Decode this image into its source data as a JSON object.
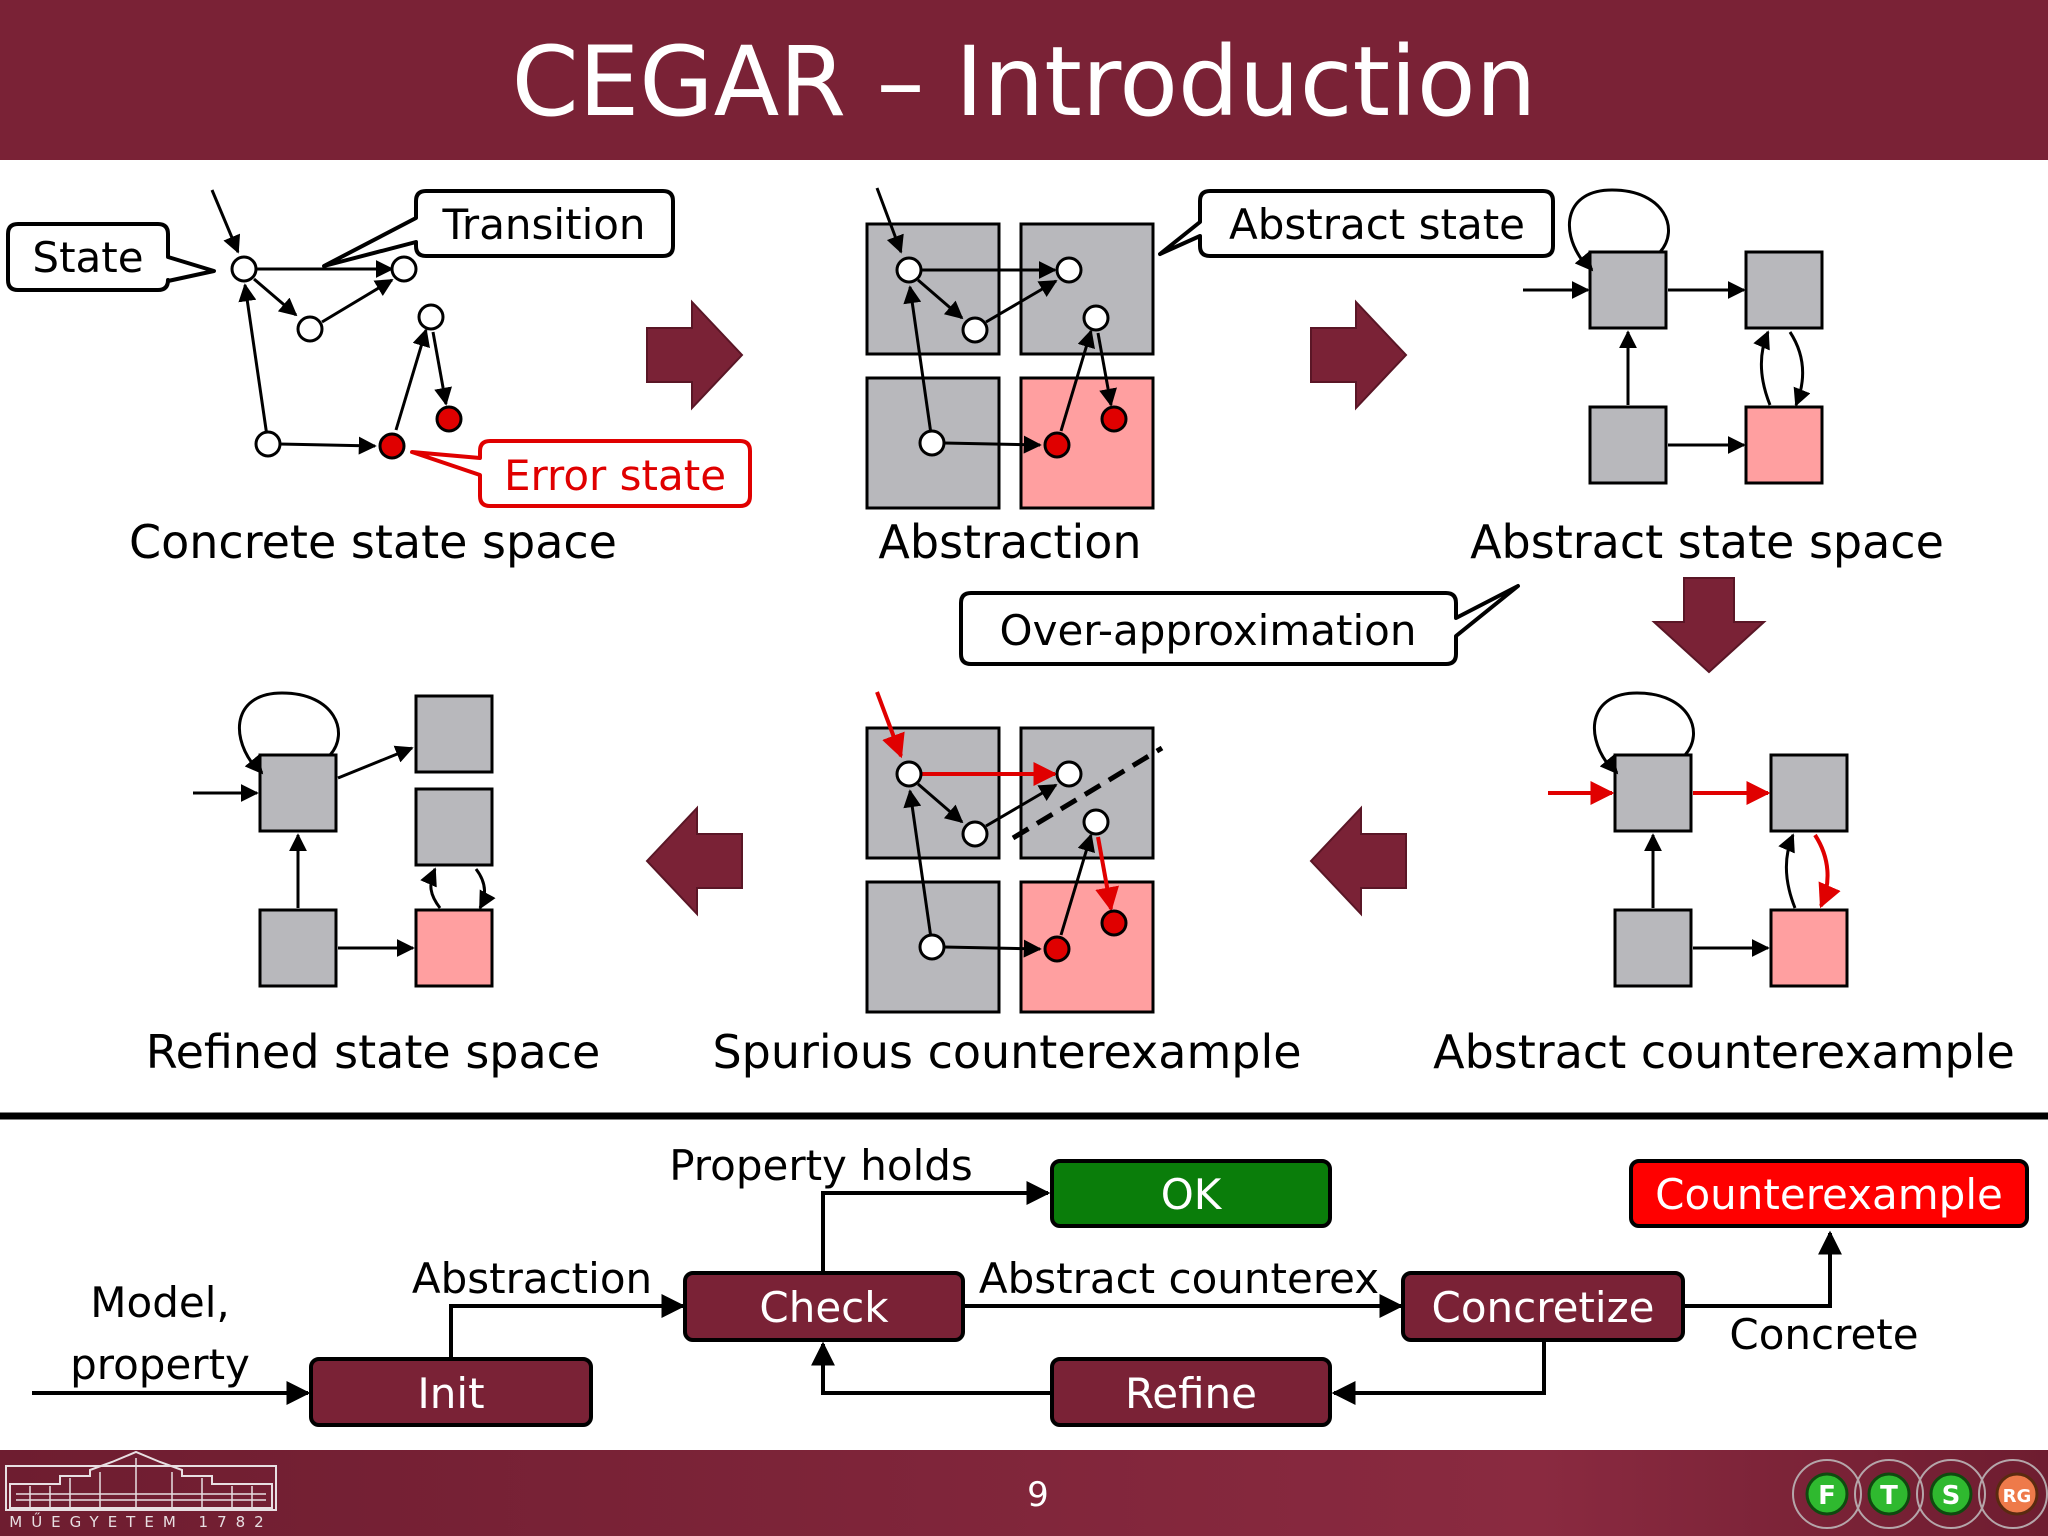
{
  "slide": {
    "title": "CEGAR – Introduction",
    "page_number": "9",
    "logo_left_text": "MŰEGYETEM 1782",
    "logo_right_letters": [
      "F",
      "T",
      "S",
      "RG"
    ]
  },
  "diagram": {
    "callouts": {
      "state": "State",
      "transition": "Transition",
      "error_state": "Error state",
      "abstract_state": "Abstract state",
      "over_approximation": "Over-approximation"
    },
    "captions": {
      "concrete": "Concrete state space",
      "abstraction": "Abstraction",
      "abstract_space": "Abstract state space",
      "abstract_cex": "Abstract counterexample",
      "spurious": "Spurious counterexample",
      "refined": "Refined state space"
    }
  },
  "flow": {
    "input_label_1": "Model,",
    "input_label_2": "property",
    "abstraction_label": "Abstraction",
    "property_holds_label": "Property holds",
    "abstract_cex_label": "Abstract counterex",
    "concrete_label": "Concrete",
    "boxes": {
      "init": "Init",
      "check": "Check",
      "ok": "OK",
      "concretize": "Concretize",
      "refine": "Refine",
      "counterexample": "Counterexample"
    }
  },
  "colors": {
    "maroon": "#7a2236",
    "box_gray": "#b8b8bc",
    "error_pink": "#ff9fa0",
    "error_red": "#e00000",
    "ok_green": "#0a7d0a",
    "cex_red": "#ff0000"
  }
}
